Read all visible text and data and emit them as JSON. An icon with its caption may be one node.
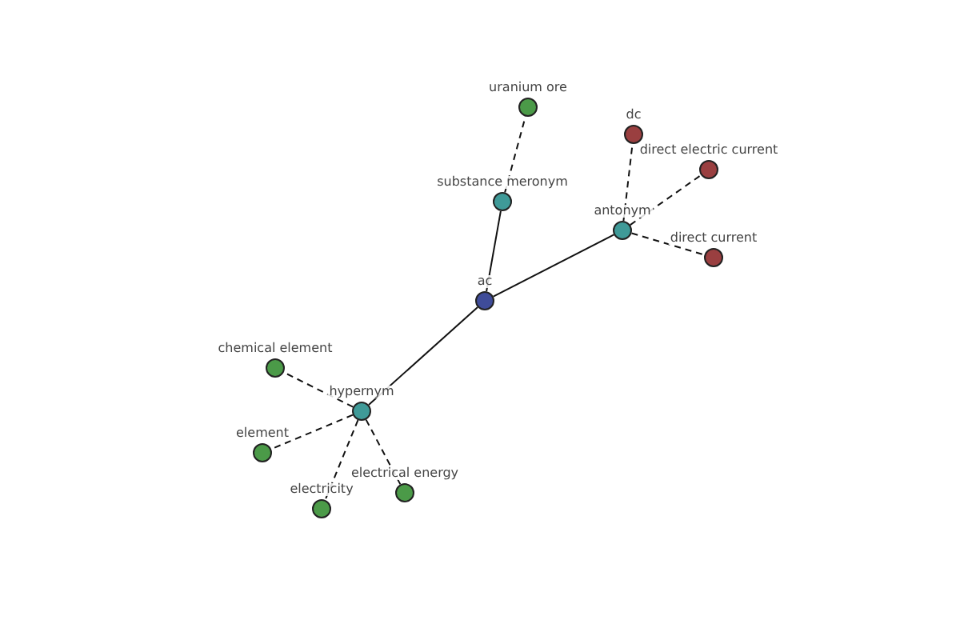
{
  "diagram": {
    "nodes": [
      {
        "text": [
          "ac"
        ]
      },
      {
        "text": [
          "substance meronym"
        ]
      },
      {
        "text": [
          "uranium ore"
        ]
      },
      {
        "text": [
          "antonym"
        ]
      },
      {
        "text": [
          "dc"
        ]
      },
      {
        "text": [
          "direct electric current"
        ]
      },
      {
        "text": [
          "direct current"
        ]
      },
      {
        "text": [
          "hypernym"
        ]
      },
      {
        "text": [
          "chemical element"
        ]
      },
      {
        "text": [
          "element"
        ]
      },
      {
        "text": [
          "electricity"
        ]
      },
      {
        "text": [
          "electrical energy"
        ]
      }
    ],
    "edges": [
      {
        "from": 0,
        "to": 1,
        "arrow": "none"
      },
      {
        "from": 1,
        "to": 2,
        "arrow": "none",
        "style": "dashed"
      },
      {
        "from": 0,
        "to": 3,
        "arrow": "none"
      },
      {
        "from": 3,
        "to": 4,
        "arrow": "none",
        "style": "dashed"
      },
      {
        "from": 3,
        "to": 5,
        "arrow": "none",
        "style": "dashed"
      },
      {
        "from": 3,
        "to": 6,
        "arrow": "none",
        "style": "dashed"
      },
      {
        "from": 0,
        "to": 7,
        "arrow": "none"
      },
      {
        "from": 7,
        "to": 8,
        "arrow": "none",
        "style": "dashed"
      },
      {
        "from": 7,
        "to": 9,
        "arrow": "none",
        "style": "dashed"
      },
      {
        "from": 7,
        "to": 10,
        "arrow": "none",
        "style": "dashed"
      },
      {
        "from": 7,
        "to": 11,
        "arrow": "none",
        "style": "dashed"
      }
    ]
  }
}
